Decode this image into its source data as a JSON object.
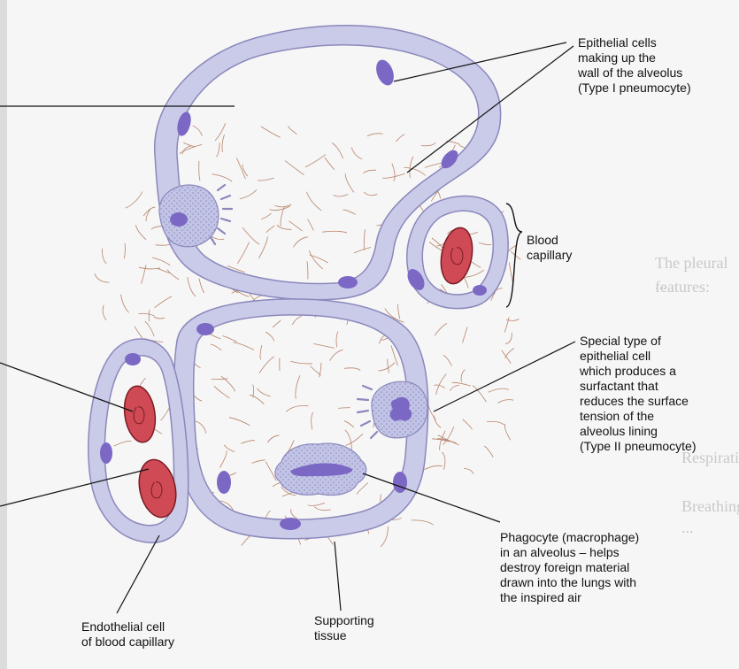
{
  "colors": {
    "page": "#f6f6f6",
    "cell_fill": "#c9cbe8",
    "cell_stroke": "#8b88bc",
    "nucleus": "#7b68c4",
    "rbc_fill": "#cf4a55",
    "rbc_stroke": "#7a1c24",
    "fiber": "#b8846a",
    "line": "#111111"
  },
  "labels": {
    "epithelial": "Epithelial cells\nmaking up the\nwall of the alveolus\n(Type I pneumocyte)",
    "blood_capillary": "Blood\ncapillary",
    "special_epithelial": "Special type of\nepithelial cell\nwhich produces a\nsurfactant that\nreduces the surface\ntension of the\nalveolus lining\n(Type II pneumocyte)",
    "phagocyte": "Phagocyte (macrophage)\nin an alveolus – helps\ndestroy foreign material\ndrawn into the lungs with\nthe inspired air",
    "endothelial": "Endothelial cell\nof blood capillary",
    "supporting": "Supporting\ntissue"
  },
  "background_text": {
    "line1": "The pleural ...",
    "line2": "features:",
    "line3": "Respiration",
    "line4": "Breathing ..."
  }
}
